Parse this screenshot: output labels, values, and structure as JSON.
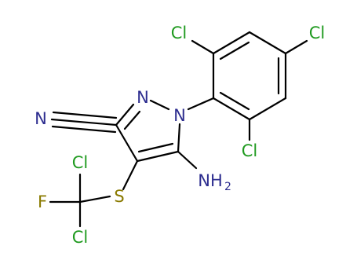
{
  "molecule": {
    "atoms": {
      "cl_ortho_top": "Cl",
      "cl_para": "Cl",
      "cl_ortho_bottom": "Cl",
      "n_nitrile": "N",
      "n_pyrazole_2": "N",
      "n_pyrazole_1": "N",
      "amino": "NH",
      "amino_subscript": "2",
      "sulfur": "S",
      "cl_cf_top": "Cl",
      "fluorine": "F",
      "cl_cf_bottom": "Cl"
    },
    "colors": {
      "bond": "#000000",
      "chlorine": "#1f9a1f",
      "nitrogen": "#2d2d8f",
      "sulfur": "#8a7a00",
      "fluorine": "#8a7a00"
    }
  }
}
